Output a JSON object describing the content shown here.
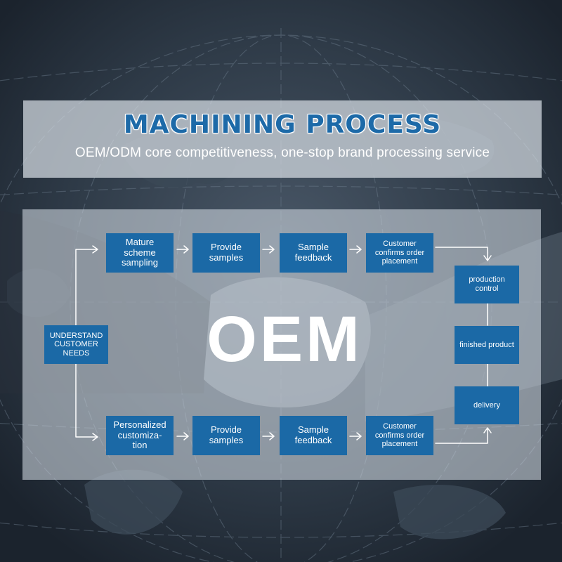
{
  "header": {
    "title": "MACHINING PROCESS",
    "subtitle": "OEM/ODM core competitiveness, one-stop brand processing service"
  },
  "watermark": "OEM",
  "flow": {
    "start": "UNDERSTAND CUSTOMER NEEDS",
    "top_row": [
      "Mature scheme sampling",
      "Provide samples",
      "Sample feedback",
      "Customer confirms order placement"
    ],
    "bottom_row": [
      "Personalized customiza- tion",
      "Provide samples",
      "Sample feedback",
      "Customer confirms order placement"
    ],
    "right_column": [
      "production control",
      "finished product",
      "delivery"
    ]
  },
  "colors": {
    "box_fill": "#1b69a6",
    "title_blue": "#1d6aa8",
    "connector": "#ffffff"
  }
}
